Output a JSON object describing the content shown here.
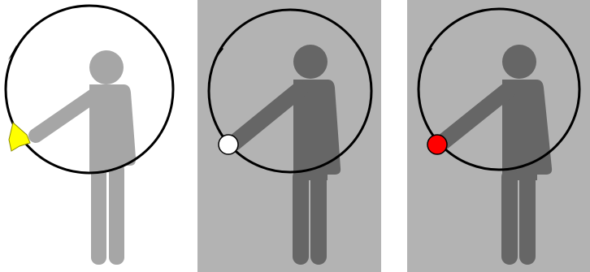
{
  "colors": {
    "white_background": "#ffffff",
    "gray_background": "#b3b3b3",
    "figure_light": "#a6a6a6",
    "figure_dark": "#666666",
    "circle_stroke": "#000000",
    "flag": "#ffff00",
    "marker_white": "#ffffff",
    "marker_red": "#ff0000"
  },
  "panels": [
    {
      "name": "panel-flag",
      "background": "white",
      "hand_object": "yellow-flag"
    },
    {
      "name": "panel-white-marker",
      "background": "gray",
      "hand_object": "white-circle-marker"
    },
    {
      "name": "panel-red-marker",
      "background": "gray",
      "hand_object": "red-circle-marker"
    }
  ],
  "motion": {
    "path": "circle",
    "direction": "counter-clockwise",
    "arrow_icon": "arrowhead-icon"
  }
}
